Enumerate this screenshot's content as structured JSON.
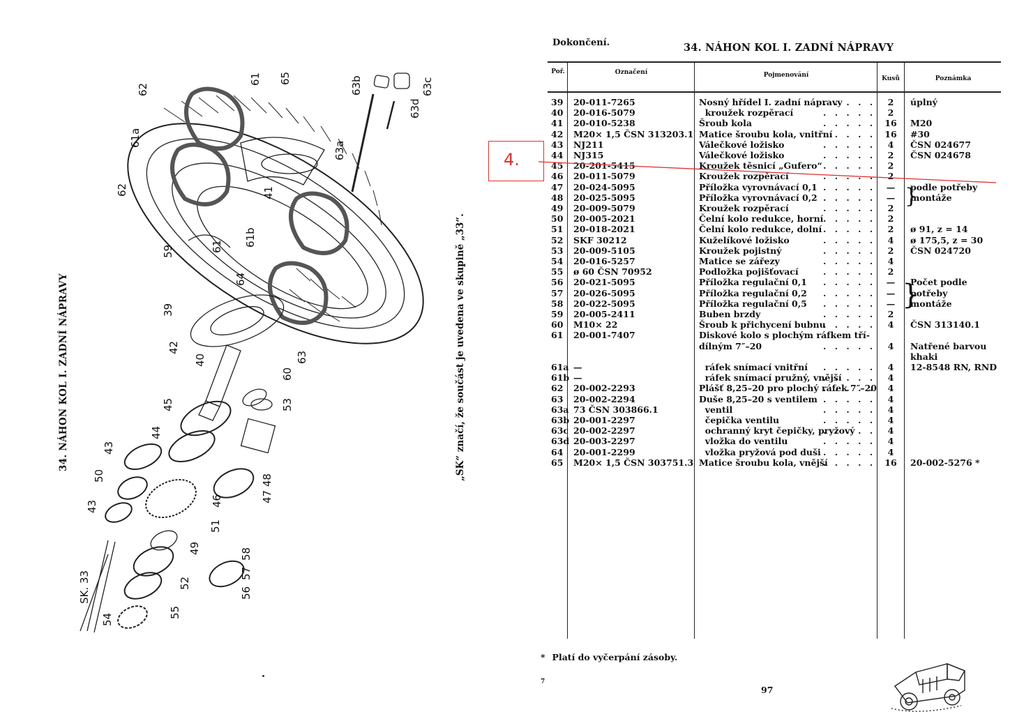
{
  "left_page": {
    "title": "34. NÁHON KOL I. ZADNÍ NÁPRAVY",
    "note": "„SK“ značí, že součást je uvedena ve skupině „33“.",
    "callouts": [
      "62",
      "61a",
      "61",
      "65",
      "63b",
      "63c",
      "63d",
      "63a",
      "62",
      "41",
      "59",
      "61",
      "61b",
      "64",
      "39",
      "42",
      "40",
      "63",
      "60",
      "45",
      "53",
      "44",
      "43",
      "50",
      "43",
      "46",
      "51",
      "47 48",
      "49",
      "52",
      "58",
      "57",
      "56",
      "SK. 33",
      "54",
      "55"
    ]
  },
  "right_page": {
    "continuation": "Dokončení.",
    "title": "34. NÁHON KOL I. ZADNÍ NÁPRAVY",
    "columns": {
      "por": "Poř.",
      "oznaceni": "Označení",
      "pojmenovani": "Pojmenování",
      "kusu": "Kusů",
      "poznamka": "Poznámka"
    },
    "rows": [
      {
        "por": "39",
        "ozn": "20-011-7265",
        "poj": "Nosný hřídel I. zadní nápravy",
        "kus": "2",
        "poz": "úplný"
      },
      {
        "por": "40",
        "ozn": "20-016-5079",
        "poj": "  kroužek rozpěrací",
        "kus": "2",
        "poz": ""
      },
      {
        "por": "41",
        "ozn": "20-010-5238",
        "poj": "Šroub kola",
        "kus": "16",
        "poz": "M20"
      },
      {
        "por": "42",
        "ozn": "M20× 1,5 ČSN 313203.1",
        "poj": "Matice šroubu kola, vnitřní",
        "kus": "16",
        "poz": "#30"
      },
      {
        "por": "43",
        "ozn": "NJ211",
        "poj": "Válečkové ložisko",
        "kus": "4",
        "poz": "ČSN 024677"
      },
      {
        "por": "44",
        "ozn": "NJ315",
        "poj": "Válečkové ložisko",
        "kus": "2",
        "poz": "ČSN 024678"
      },
      {
        "por": "45",
        "ozn": "20-201-5415",
        "poj": "Kroužek těsnicí „Gufero“",
        "kus": "2",
        "poz": ""
      },
      {
        "por": "46",
        "ozn": "20-011-5079",
        "poj": "Kroužek rozpěrací",
        "kus": "2",
        "poz": ""
      },
      {
        "por": "47",
        "ozn": "20-024-5095",
        "poj": "Příložka vyrovnávací 0,1",
        "kus": "—",
        "poz": "podle potřeby"
      },
      {
        "por": "48",
        "ozn": "20-025-5095",
        "poj": "Příložka vyrovnávací 0,2",
        "kus": "—",
        "poz": "montáže"
      },
      {
        "por": "49",
        "ozn": "20-009-5079",
        "poj": "Kroužek rozpěrací",
        "kus": "2",
        "poz": ""
      },
      {
        "por": "50",
        "ozn": "20-005-2021",
        "poj": "Čelní kolo redukce, horní",
        "kus": "2",
        "poz": ""
      },
      {
        "por": "51",
        "ozn": "20-018-2021",
        "poj": "Čelní kolo redukce, dolní",
        "kus": "2",
        "poz": "ø 91, z = 14"
      },
      {
        "por": "52",
        "ozn": "SKF 30212",
        "poj": "Kuželíkové ložisko",
        "kus": "4",
        "poz": "ø 175,5, z = 30"
      },
      {
        "por": "53",
        "ozn": "20-009-5105",
        "poj": "Kroužek pojistný",
        "kus": "2",
        "poz": "ČSN 024720"
      },
      {
        "por": "54",
        "ozn": "20-016-5257",
        "poj": "Matice se zářezy",
        "kus": "4",
        "poz": ""
      },
      {
        "por": "55",
        "ozn": "ø 60 ČSN 70952",
        "poj": "Podložka pojišťovací",
        "kus": "2",
        "poz": ""
      },
      {
        "por": "56",
        "ozn": "20-021-5095",
        "poj": "Příložka regulační 0,1",
        "kus": "—",
        "poz": "Počet podle"
      },
      {
        "por": "57",
        "ozn": "20-026-5095",
        "poj": "Příložka regulační 0,2",
        "kus": "—",
        "poz": "potřeby"
      },
      {
        "por": "58",
        "ozn": "20-022-5095",
        "poj": "Příložka regulační 0,5",
        "kus": "—",
        "poz": "montáže"
      },
      {
        "por": "59",
        "ozn": "20-005-2411",
        "poj": "Buben brzdy",
        "kus": "2",
        "poz": ""
      },
      {
        "por": "60",
        "ozn": "M10× 22",
        "poj": "Šroub k přichycení bubnu",
        "kus": "4",
        "poz": "ČSN 313140.1"
      },
      {
        "por": "61",
        "ozn": "20-001-7407",
        "poj": "Diskové kolo s plochým ráfkem tří-",
        "kus": "",
        "poz": ""
      },
      {
        "por": "",
        "ozn": "",
        "poj": "dílným 7″–20",
        "kus": "4",
        "poz": "Natřené barvou"
      },
      {
        "por": "",
        "ozn": "",
        "poj": "",
        "kus": "",
        "poz": "khaki"
      },
      {
        "por": "61a",
        "ozn": "—",
        "poj": "  ráfek snímací vnitřní",
        "kus": "4",
        "poz": "12-8548 RN, RND"
      },
      {
        "por": "61b",
        "ozn": "—",
        "poj": "  ráfek snímací pružný, vnější",
        "kus": "4",
        "poz": ""
      },
      {
        "por": "62",
        "ozn": "20-002-2293",
        "poj": "Plášť 8,25–20 pro plochý ráfek 7″–20",
        "kus": "4",
        "poz": ""
      },
      {
        "por": "63",
        "ozn": "20-002-2294",
        "poj": "Duše 8,25–20 s ventilem",
        "kus": "4",
        "poz": ""
      },
      {
        "por": "63a",
        "ozn": "73 ČSN 303866.1",
        "poj": "  ventil",
        "kus": "4",
        "poz": ""
      },
      {
        "por": "63b",
        "ozn": "20-001-2297",
        "poj": "  čepička ventilu",
        "kus": "4",
        "poz": ""
      },
      {
        "por": "63c",
        "ozn": "20-002-2297",
        "poj": "  ochranný kryt čepičky, pryžový",
        "kus": "4",
        "poz": ""
      },
      {
        "por": "63d",
        "ozn": "20-003-2297",
        "poj": "  vložka do ventilu",
        "kus": "4",
        "poz": ""
      },
      {
        "por": "64",
        "ozn": "20-001-2299",
        "poj": "  vložka pryžová pod duši",
        "kus": "4",
        "poz": ""
      },
      {
        "por": "65",
        "ozn": "M20× 1,5 ČSN 303751.3",
        "poj": "Matice šroubu kola, vnější",
        "kus": "16",
        "poz": "20-002-5276 *"
      }
    ],
    "footnote_mark": "*",
    "footnote": "Platí do vyčerpání zásoby.",
    "page_left_no": "7",
    "page_no": "97"
  },
  "annotation": {
    "label": "4.",
    "color": "#e03030"
  }
}
